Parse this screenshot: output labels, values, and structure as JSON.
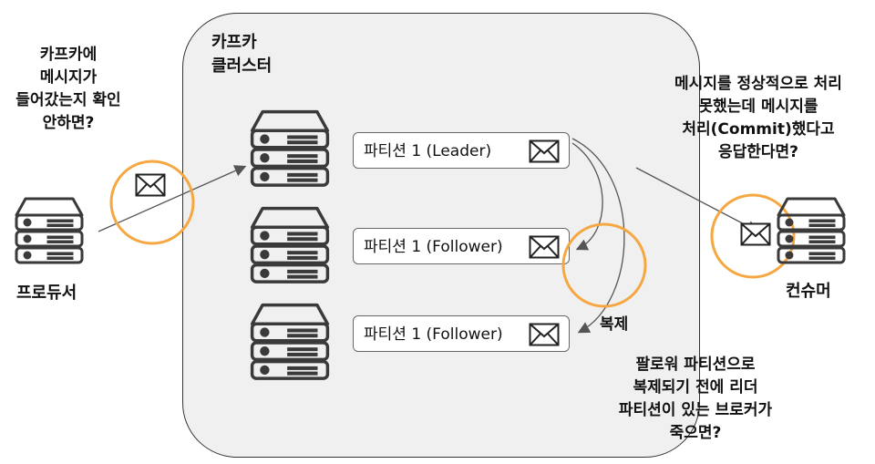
{
  "cluster": {
    "title_line1": "카프카",
    "title_line2": "클러스터"
  },
  "producer": {
    "label": "프로듀서"
  },
  "consumer": {
    "label": "컨슈머"
  },
  "partitions": [
    {
      "label": "파티션 1 (Leader)"
    },
    {
      "label": "파티션 1 (Follower)"
    },
    {
      "label": "파티션 1 (Follower)"
    }
  ],
  "replication_label": "복제",
  "notes": {
    "producer_question": "카프카에\n메시지가\n들어갔는지 확인\n안하면?",
    "consumer_question": "메시지를 정상적으로 처리\n못했는데 메시지를\n처리(Commit)했다고\n응답한다면?",
    "broker_question": "팔로워 파티션으로\n복제되기 전에 리더\n파티션이 있는 브로커가\n죽으면?"
  },
  "colors": {
    "highlight_circle": "#f5a742",
    "cluster_bg": "#f0f0f0",
    "server_fill": "#3a3a3a"
  },
  "icons": [
    "server-icon",
    "envelope-icon"
  ]
}
